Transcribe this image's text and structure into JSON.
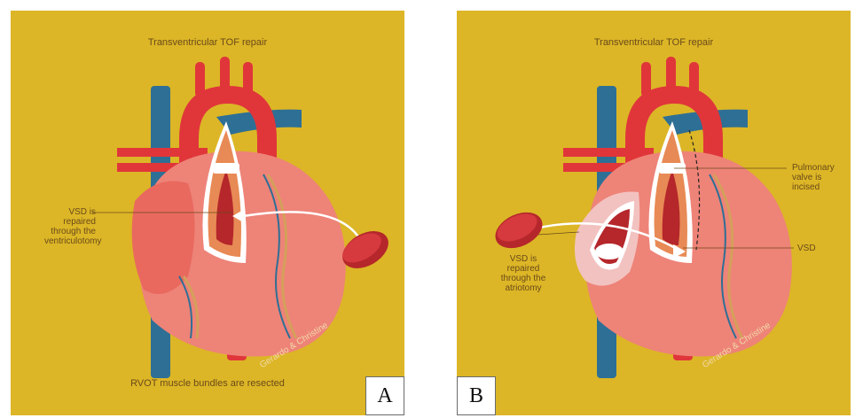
{
  "panel_a": {
    "title": "Transventricular TOF repair",
    "labels": {
      "vsd": "VSD is\nrepaired\nthrough the\nventriculotomy"
    },
    "credit": "Gerardo & Christine",
    "caption": "RVOT muscle bundles are resected",
    "letter": "A"
  },
  "panel_b": {
    "title": "Transventricular TOF repair",
    "labels": {
      "pulmonary": "Pulmonary\nvalve is\nincised",
      "vsd_short": "VSD",
      "vsd_repair": "VSD is\nrepaired\nthrough the\natriotomy"
    },
    "credit": "Gerardo & Christine",
    "letter": "B"
  },
  "colors": {
    "background": "#dcb626",
    "vessel_blue": "#2e6f95",
    "aorta_red": "#e0363a",
    "heart_pink": "#ee8378",
    "label_brown": "#6b4a1a"
  }
}
